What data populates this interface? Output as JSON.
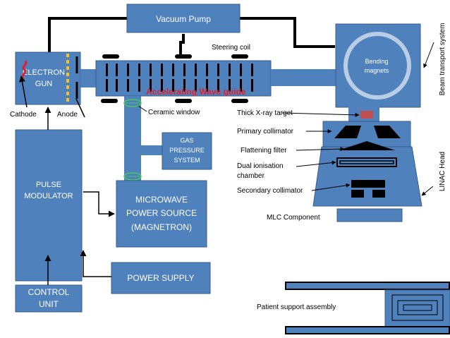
{
  "vacuum_pump": "Vacuum Pump",
  "steering_coil": "Steering coil",
  "electron_gun": [
    "ELECTRON",
    "GUN"
  ],
  "accelerating_wave_guide": "Accelerating Wave guide",
  "bending_magnets": [
    "Bending",
    "magnets"
  ],
  "beam_transport_system": "Beam transport system",
  "cathode": "Cathode",
  "anode": "Anode",
  "ceramic_window": "Ceramic window",
  "thick_xray_target": "Thick X-ray target",
  "primary_collimator": "Primary collimator",
  "flattening_filter": "Flattening filter",
  "dual_ionisation_chamber": [
    "Dual ionisation",
    "chamber"
  ],
  "secondary_collimator": "Secondary collimator",
  "mlc_component": "MLC Component",
  "linac_head": "LINAC Head",
  "gas_pressure_system": [
    "GAS",
    "PRESSURE",
    "SYSTEM"
  ],
  "pulse_modulator": [
    "PULSE",
    "MODULATOR"
  ],
  "microwave_power_source": [
    "MICROWAVE",
    "POWER SOURCE",
    "(MAGNETRON)"
  ],
  "power_supply": "POWER SUPPLY",
  "control_unit": [
    "CONTROL",
    "UNIT"
  ],
  "patient_support_assembly": "Patient support assembly",
  "colors": {
    "box_fill": "#4f81bd",
    "box_stroke": "#385d8a",
    "highlight_red": "#e0202a",
    "anode_dash": "#f2c12e",
    "target_red": "#c0504d",
    "window_green": "#46c85a"
  }
}
